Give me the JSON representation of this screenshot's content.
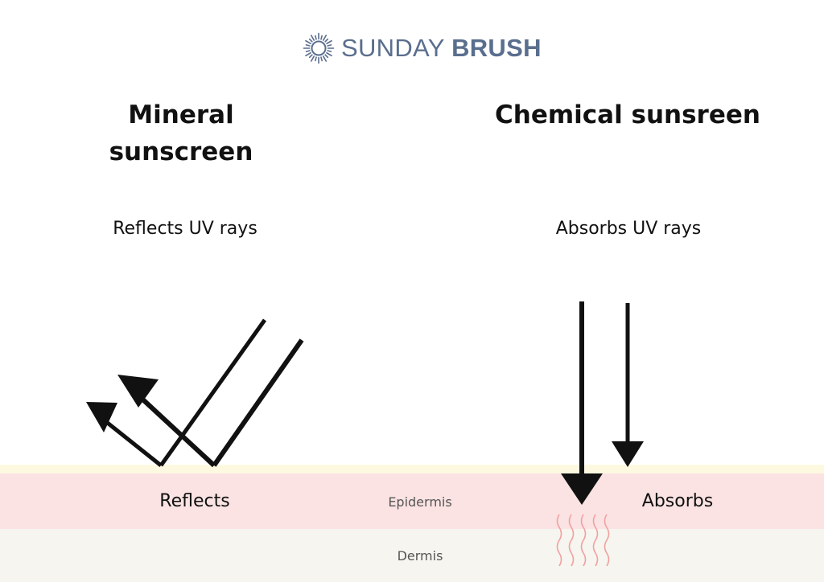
{
  "brand": {
    "name_light": "SUNDAY",
    "name_bold": "BRUSH",
    "icon": "sun-icon",
    "color": "#5a6e8e"
  },
  "mineral": {
    "title": "Mineral sunscreen",
    "subtitle": "Reflects UV rays",
    "label": "Reflects"
  },
  "chemical": {
    "title": "Chemical sunsreen",
    "subtitle": "Absorbs UV rays",
    "label": "Absorbs"
  },
  "layers": {
    "epidermis": "Epidermis",
    "dermis": "Dermis"
  },
  "colors": {
    "top_layer": "#fdf9e1",
    "epidermis": "#fbe3e3",
    "dermis": "#f6f5ef",
    "heat_lines": "#f2a0a0"
  }
}
